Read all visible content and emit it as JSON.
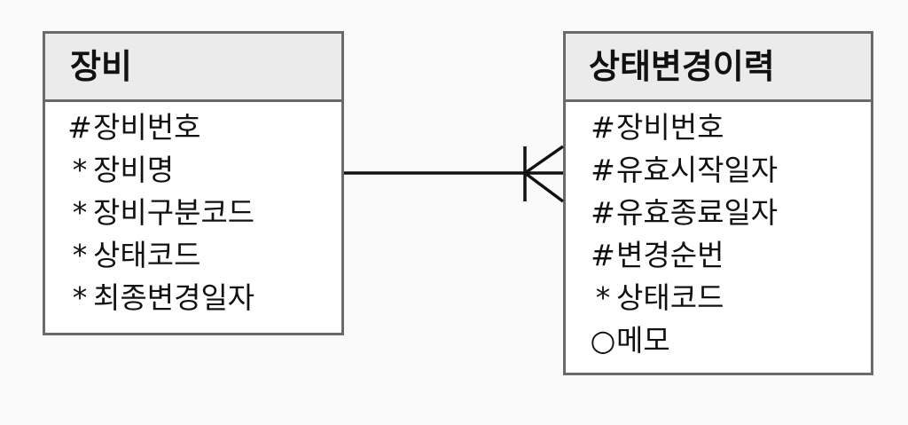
{
  "entities": {
    "equipment": {
      "title": "장비",
      "attributes": [
        {
          "marker": "#",
          "name": "장비번호"
        },
        {
          "marker": "*",
          "name": "장비명"
        },
        {
          "marker": "*",
          "name": "장비구분코드"
        },
        {
          "marker": "*",
          "name": "상태코드"
        },
        {
          "marker": "*",
          "name": "최종변경일자"
        }
      ]
    },
    "status_history": {
      "title": "상태변경이력",
      "attributes": [
        {
          "marker": "#",
          "name": "장비번호"
        },
        {
          "marker": "#",
          "name": "유효시작일자"
        },
        {
          "marker": "#",
          "name": "유효종료일자"
        },
        {
          "marker": "#",
          "name": "변경순번"
        },
        {
          "marker": "*",
          "name": "상태코드"
        },
        {
          "marker": "○",
          "name": "메모"
        }
      ]
    }
  },
  "relationship": {
    "from": "equipment",
    "to": "status_history",
    "cardinality": "one-to-many"
  },
  "colors": {
    "border": "#6a6a6a",
    "header_bg": "#ebebeb",
    "line": "#111111"
  }
}
